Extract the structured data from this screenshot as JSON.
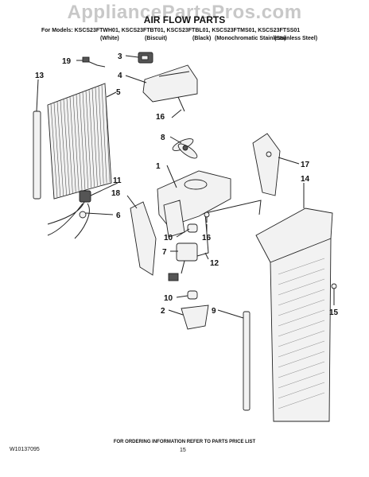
{
  "watermark": "AppliancePartsPros.com",
  "title": "AIR FLOW PARTS",
  "models": "For Models: KSCS23FTWH01, KSCS23FTBT01, KSCS23FTBL01, KSCS23FTMS01, KSCS23FTSS01",
  "colors": [
    "(White)",
    "(Biscuit)",
    "(Black)",
    "(Monochromatic Stainless)",
    "(Stainless Steel)"
  ],
  "callouts": [
    "1",
    "2",
    "3",
    "4",
    "5",
    "6",
    "7",
    "8",
    "9",
    "10",
    "10",
    "11",
    "12",
    "13",
    "14",
    "15",
    "16",
    "16",
    "17",
    "18",
    "19"
  ],
  "footer_note": "FOR ORDERING INFORMATION REFER TO PARTS PRICE LIST",
  "doc_id": "W10137095",
  "page_number": "15"
}
